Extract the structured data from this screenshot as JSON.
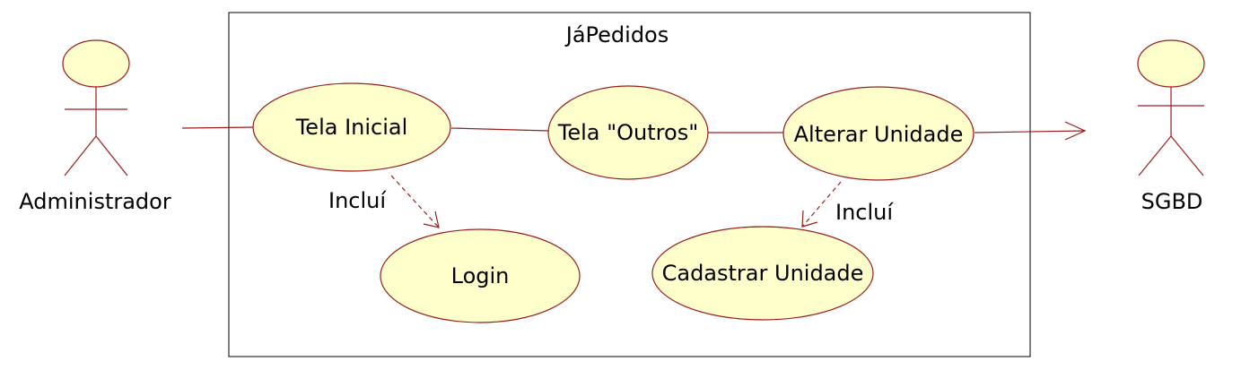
{
  "system": {
    "title": "JáPedidos"
  },
  "actors": {
    "admin": {
      "label": "Administrador"
    },
    "sgbd": {
      "label": "SGBD"
    }
  },
  "use_cases": {
    "tela_inicial": {
      "label": "Tela Inicial"
    },
    "tela_outros": {
      "label": "Tela \"Outros\""
    },
    "alterar_unidade": {
      "label": "Alterar Unidade"
    },
    "login": {
      "label": "Login"
    },
    "cadastrar_unidade": {
      "label": "Cadastrar Unidade"
    }
  },
  "relations": {
    "include_login": {
      "label": "Incluí"
    },
    "include_cadastrar": {
      "label": "Incluí"
    }
  },
  "colors": {
    "use_case_fill": "#ffffcc",
    "stroke": "#9b1c1c",
    "boundary": "#000000"
  }
}
